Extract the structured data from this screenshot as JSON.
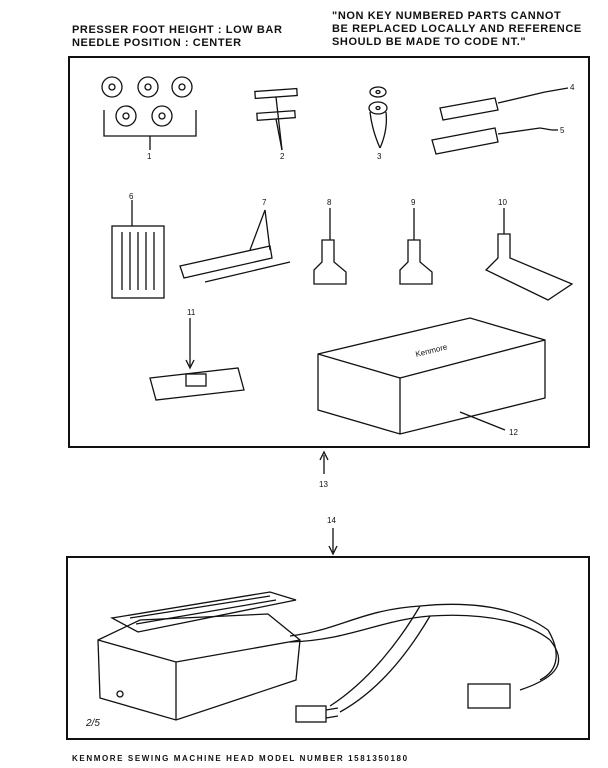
{
  "header": {
    "left_line1": "PRESSER FOOT HEIGHT : LOW BAR",
    "left_line2": "NEEDLE POSITION : CENTER",
    "right_line1": "\"NON KEY NUMBERED PARTS CANNOT",
    "right_line2": "BE REPLACED LOCALLY AND REFERENCE",
    "right_line3": "SHOULD BE MADE TO CODE NT.\""
  },
  "callouts": [
    "1",
    "2",
    "3",
    "4",
    "5",
    "6",
    "7",
    "8",
    "9",
    "10",
    "11",
    "12",
    "13",
    "14"
  ],
  "box_text": "Kenmore",
  "page_ref": "2/5",
  "footer": "KENMORE SEWING MACHINE HEAD  MODEL NUMBER 1581350180"
}
